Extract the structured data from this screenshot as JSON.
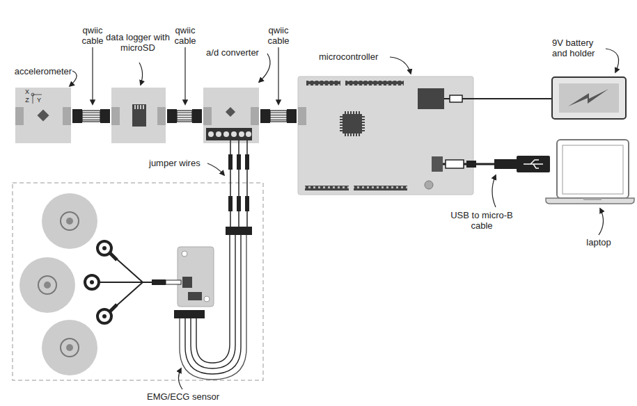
{
  "diagram": {
    "labels": [
      "qwiic cable",
      "qwiic cable",
      "qwiic cable",
      "accelerometer",
      "data logger with microSD",
      "a/d converter",
      "microcontroller",
      "9V battery and holder",
      "X",
      "Z",
      "Y",
      "jumper wires",
      "USB to micro-B cable",
      "laptop",
      "EMG/ECG sensor"
    ]
  }
}
